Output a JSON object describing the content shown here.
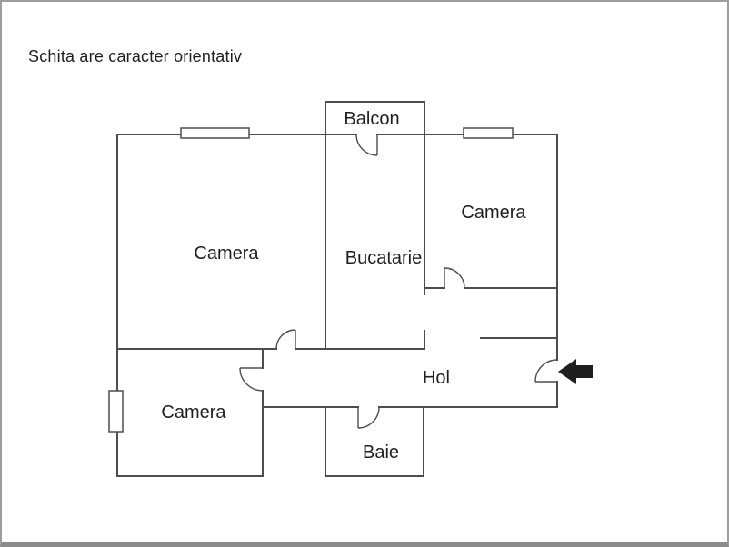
{
  "page": {
    "title": "Schita are caracter orientativ",
    "background_color": "#ffffff",
    "border_color": "#9e9e9e",
    "bottom_bar_color": "#8a8a8a",
    "text_color": "#1f1f1f"
  },
  "floorplan": {
    "wall_color": "#4d4d4d",
    "arrow_color": "#1f1f1f",
    "rooms": [
      {
        "name": "balcon",
        "label": "Balcon"
      },
      {
        "name": "camera-top-left",
        "label": "Camera"
      },
      {
        "name": "bucatarie",
        "label": "Bucatarie"
      },
      {
        "name": "camera-top-right",
        "label": "Camera"
      },
      {
        "name": "hol",
        "label": "Hol"
      },
      {
        "name": "camera-bottom-left",
        "label": "Camera"
      },
      {
        "name": "baie",
        "label": "Baie"
      }
    ],
    "entrance_arrow": "left-pointing entrance arrow"
  }
}
